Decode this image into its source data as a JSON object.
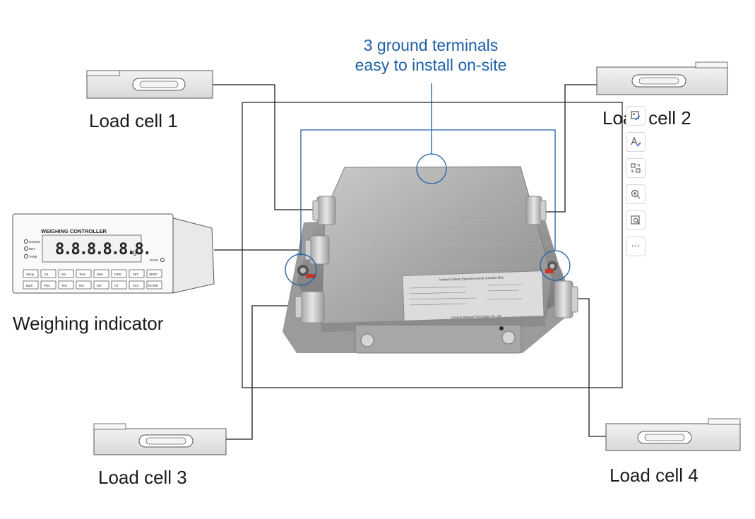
{
  "callout": {
    "line1": "3 ground terminals",
    "line2": "easy to install on-site"
  },
  "labels": {
    "load_cell_1": "Load cell 1",
    "load_cell_2": "Load cell 2",
    "load_cell_3": "Load cell 3",
    "load_cell_4": "Load cell 4",
    "weighing_indicator": "Weighing indicator"
  },
  "indicator": {
    "title": "WEIGHING CONTROLLER",
    "display": "8.8.8.8.8.8.",
    "unit": "kg",
    "status_lights": [
      "GROSS",
      "NET",
      "TARE"
    ],
    "pack_label": "PACK",
    "keys": [
      "Setup",
      "Cal",
      "Set",
      "Time",
      "Date",
      "TARE",
      "SET",
      "ZERO",
      "Back",
      "Print",
      "Test",
      "Rec",
      "Def",
      "Clr",
      "ESC",
      "ENTER"
    ]
  },
  "junction_box": {
    "plate_title": "Intrinsic Safety Explosion-proof Junction Box",
    "manufacturer": "General Measure Technology Co., Ltd"
  },
  "toolbar": {
    "more_label": "···"
  },
  "colors": {
    "callout_blue": "#1e5fa8",
    "line_dark": "#1a1a1a"
  }
}
